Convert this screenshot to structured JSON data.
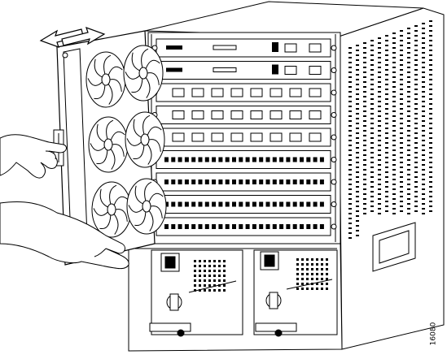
{
  "figure": {
    "number_label": "16080"
  },
  "chassis": {
    "module_slots": 9,
    "fan_tray_fans": 6,
    "power_supplies": 2
  },
  "colors": {
    "line": "#000000",
    "paper": "#ffffff",
    "shade": "#d9d9d9"
  }
}
